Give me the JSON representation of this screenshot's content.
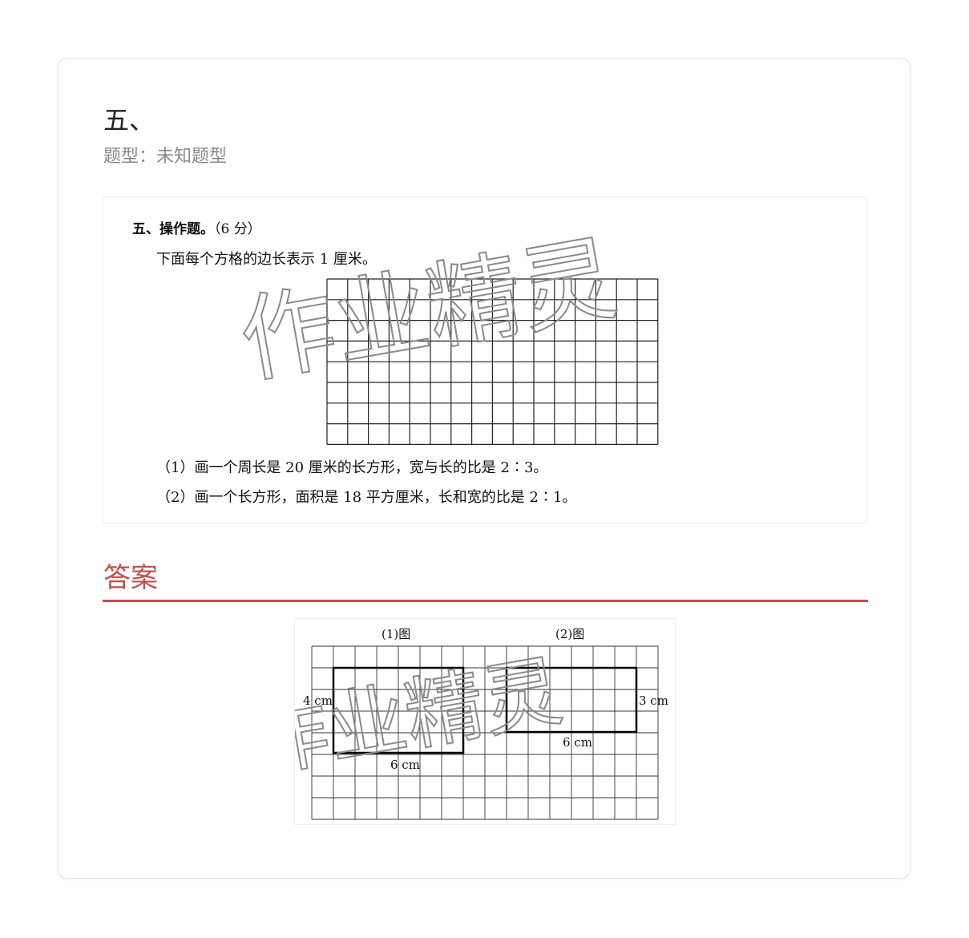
{
  "question": {
    "number": "五、",
    "type_label": "题型：",
    "type_value": "未知题型"
  },
  "problem": {
    "heading": "五、操作题。",
    "points": "（6 分）",
    "intro": "下面每个方格的边长表示 1 厘米。",
    "item1": "（1）画一个周长是 20 厘米的长方形，宽与长的比是 2∶3。",
    "item2": "（2）画一个长方形，面积是 18 平方厘米，长和宽的比是 2∶1。",
    "watermark": "作业精灵"
  },
  "answer": {
    "heading": "答案",
    "fig1_caption": "(1)图",
    "fig2_caption": "(2)图",
    "rect1_height_label": "4 cm",
    "rect1_width_label": "6 cm",
    "rect2_height_label": "3 cm",
    "rect2_width_label": "6 cm",
    "watermark": "作业精灵"
  }
}
